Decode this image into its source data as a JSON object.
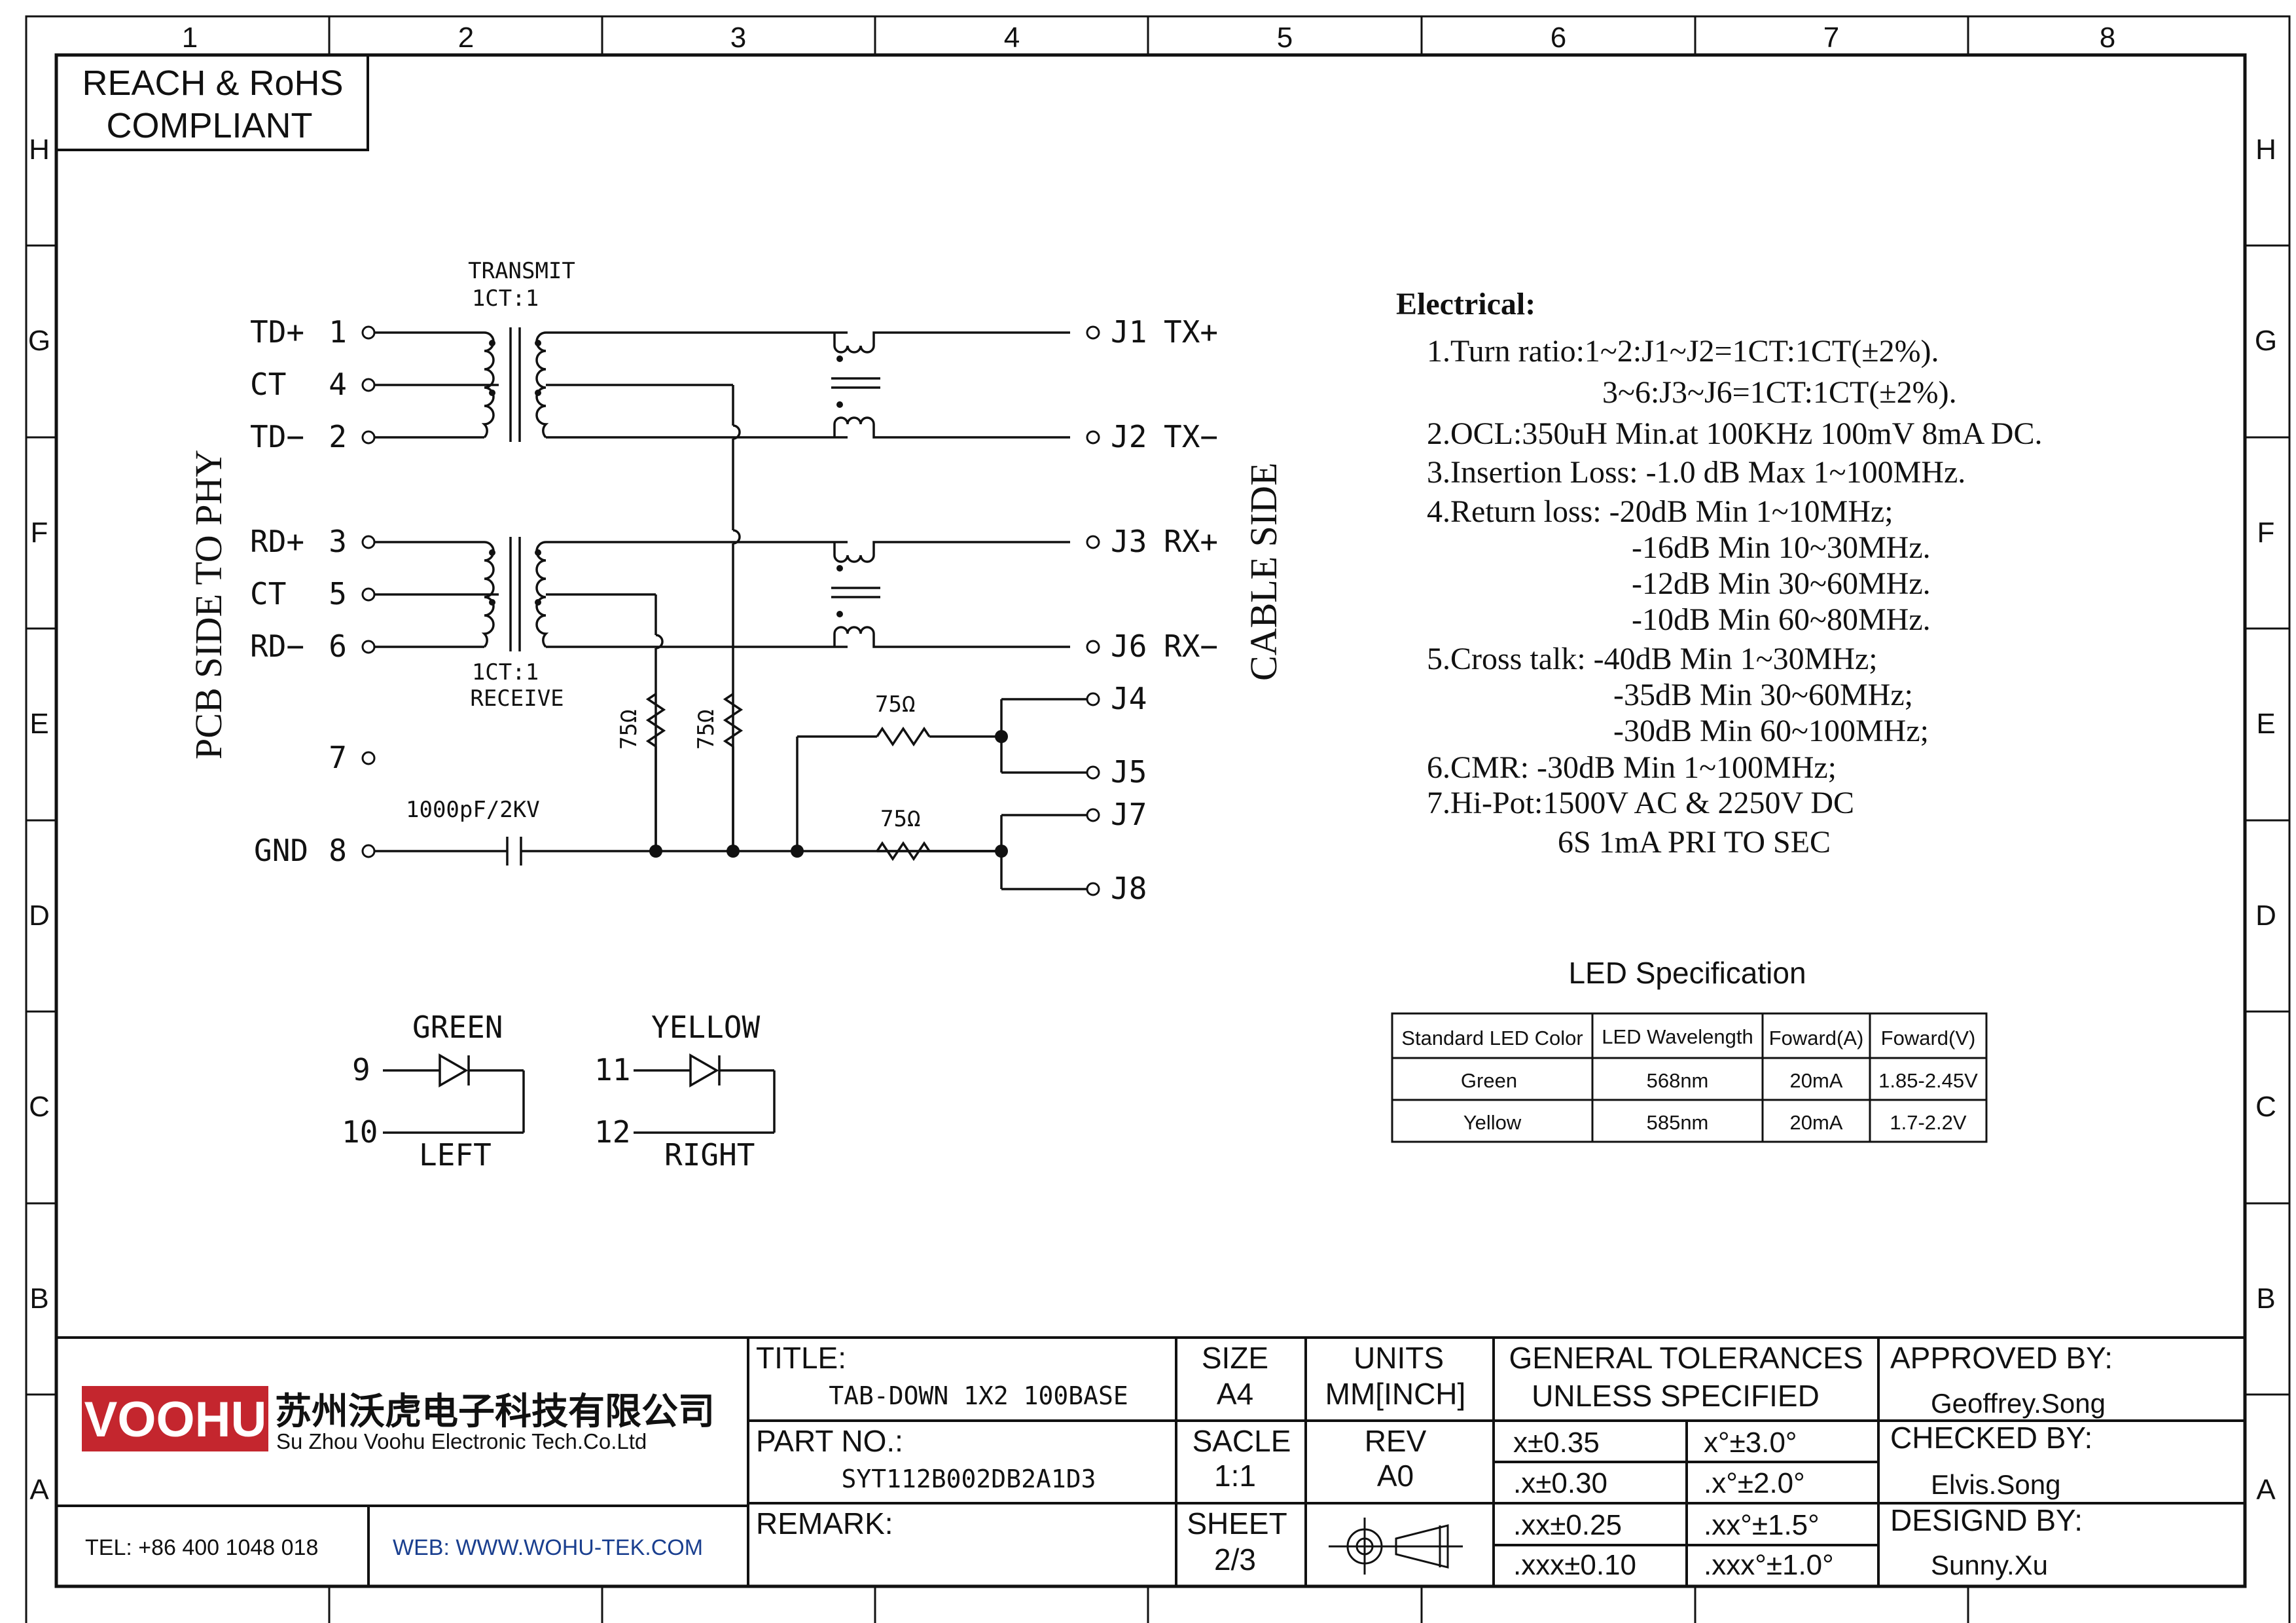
{
  "border": {
    "col_numbers": [
      "1",
      "2",
      "3",
      "4",
      "5",
      "6",
      "7",
      "8"
    ],
    "row_letters": [
      "H",
      "G",
      "F",
      "E",
      "D",
      "C",
      "B",
      "A"
    ]
  },
  "compliance": {
    "line1": "REACH & RoHS",
    "line2": "COMPLIANT"
  },
  "schematic": {
    "transmit_label": "TRANSMIT",
    "transmit_ratio": "1CT:1",
    "receive_ratio": "1CT:1",
    "receive_label": "RECEIVE",
    "pcb_side": "PCB SIDE TO PHY",
    "cable_side": "CABLE SIDE",
    "pins_left": [
      {
        "name": "TD+",
        "num": "1"
      },
      {
        "name": "CT",
        "num": "4"
      },
      {
        "name": "TD−",
        "num": "2"
      },
      {
        "name": "RD+",
        "num": "3"
      },
      {
        "name": "CT",
        "num": "5"
      },
      {
        "name": "RD−",
        "num": "6"
      },
      {
        "name": "",
        "num": "7"
      },
      {
        "name": "GND",
        "num": "8"
      }
    ],
    "pins_right": [
      {
        "num": "J1",
        "name": "TX+"
      },
      {
        "num": "J2",
        "name": "TX−"
      },
      {
        "num": "J3",
        "name": "RX+"
      },
      {
        "num": "J6",
        "name": "RX−"
      },
      {
        "num": "J4",
        "name": ""
      },
      {
        "num": "J5",
        "name": ""
      },
      {
        "num": "J7",
        "name": ""
      },
      {
        "num": "J8",
        "name": ""
      }
    ],
    "resistor_label": "75Ω",
    "capacitor_label": "1000pF/2KV"
  },
  "leds": {
    "green": {
      "color": "GREEN",
      "pin_a": "9",
      "pin_b": "10",
      "side": "LEFT"
    },
    "yellow": {
      "color": "YELLOW",
      "pin_a": "11",
      "pin_b": "12",
      "side": "RIGHT"
    }
  },
  "electrical": {
    "title": "Electrical:",
    "lines": [
      "1.Turn ratio:1~2:J1~J2=1CT:1CT(±2%).",
      "3~6:J3~J6=1CT:1CT(±2%).",
      "2.OCL:350uH Min.at 100KHz 100mV 8mA DC.",
      "3.Insertion Loss: -1.0 dB Max 1~100MHz.",
      "4.Return loss: -20dB Min 1~10MHz;",
      "-16dB Min 10~30MHz.",
      "-12dB Min 30~60MHz.",
      "-10dB Min 60~80MHz.",
      "5.Cross talk: -40dB Min 1~30MHz;",
      "-35dB Min 30~60MHz;",
      "-30dB Min 60~100MHz;",
      "6.CMR: -30dB Min 1~100MHz;",
      "7.Hi-Pot:1500V AC & 2250V DC",
      "6S 1mA PRI TO SEC"
    ]
  },
  "led_spec": {
    "title": "LED Specification",
    "headers": [
      "Standard LED Color",
      "LED Wavelength",
      "Foward(A)",
      "Foward(V)"
    ],
    "rows": [
      [
        "Green",
        "568nm",
        "20mA",
        "1.85-2.45V"
      ],
      [
        "Yellow",
        "585nm",
        "20mA",
        "1.7-2.2V"
      ]
    ]
  },
  "title_block": {
    "logo_text": "VOOHU",
    "company_cn": "苏州沃虎电子科技有限公司",
    "company_en": "Su Zhou Voohu Electronic Tech.Co.Ltd",
    "tel": "TEL: +86 400 1048 018",
    "web": "WEB: WWW.WOHU-TEK.COM",
    "title_label": "TITLE:",
    "title_value": "TAB-DOWN 1X2 100BASE",
    "part_label": "PART NO.:",
    "part_value": "SYT112B002DB2A1D3",
    "remark_label": "REMARK:",
    "size_label": "SIZE",
    "size_value": "A4",
    "scale_label": "SACLE",
    "scale_value": "1:1",
    "sheet_label": "SHEET",
    "sheet_value": "2/3",
    "units_label": "UNITS",
    "units_value": "MM[INCH]",
    "rev_label": "REV",
    "rev_value": "A0",
    "tol_label1": "GENERAL TOLERANCES",
    "tol_label2": "UNLESS SPECIFIED",
    "tolerances": [
      [
        "x±0.35",
        "x°±3.0°"
      ],
      [
        ".x±0.30",
        ".x°±2.0°"
      ],
      [
        ".xx±0.25",
        ".xx°±1.5°"
      ],
      [
        ".xxx±0.10",
        ".xxx°±1.0°"
      ]
    ],
    "approved_label": "APPROVED BY:",
    "approved_value": "Geoffrey.Song",
    "checked_label": "CHECKED BY:",
    "checked_value": "Elvis.Song",
    "designed_label": "DESIGND BY:",
    "designed_value": "Sunny.Xu"
  },
  "colors": {
    "logo_red": "#c4262e",
    "web_blue": "#1a3f8f",
    "ink": "#111111"
  }
}
